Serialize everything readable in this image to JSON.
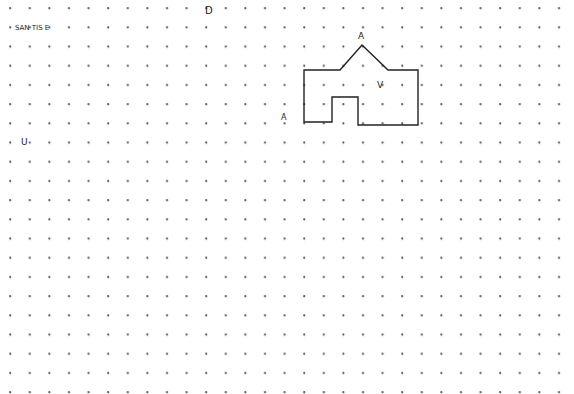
{
  "diagram": {
    "labels": [
      "SAN TIS E",
      "D",
      "U",
      "A",
      "V",
      "A"
    ]
  }
}
